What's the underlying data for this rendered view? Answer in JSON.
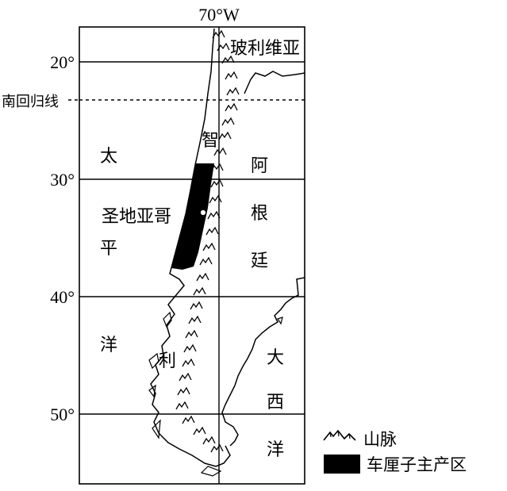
{
  "map": {
    "longitude_label": "70°W",
    "latitude_labels": [
      "20°",
      "30°",
      "40°",
      "50°"
    ],
    "tropic_label": "南回归线",
    "places": {
      "bolivia": "玻利维亚",
      "chile": "智",
      "chile2": "利",
      "santiago": "圣地亚哥",
      "argentina": [
        "阿",
        "根",
        "廷"
      ],
      "pacific": [
        "太",
        "平",
        "洋"
      ],
      "atlantic": [
        "大",
        "西",
        "洋"
      ]
    }
  },
  "legend": {
    "mountain_label": "山脉",
    "cherry_label": "车厘子主产区"
  },
  "colors": {
    "ink": "#000000",
    "paper": "#ffffff"
  },
  "icons": [
    "mountain-icon",
    "region-swatch"
  ]
}
